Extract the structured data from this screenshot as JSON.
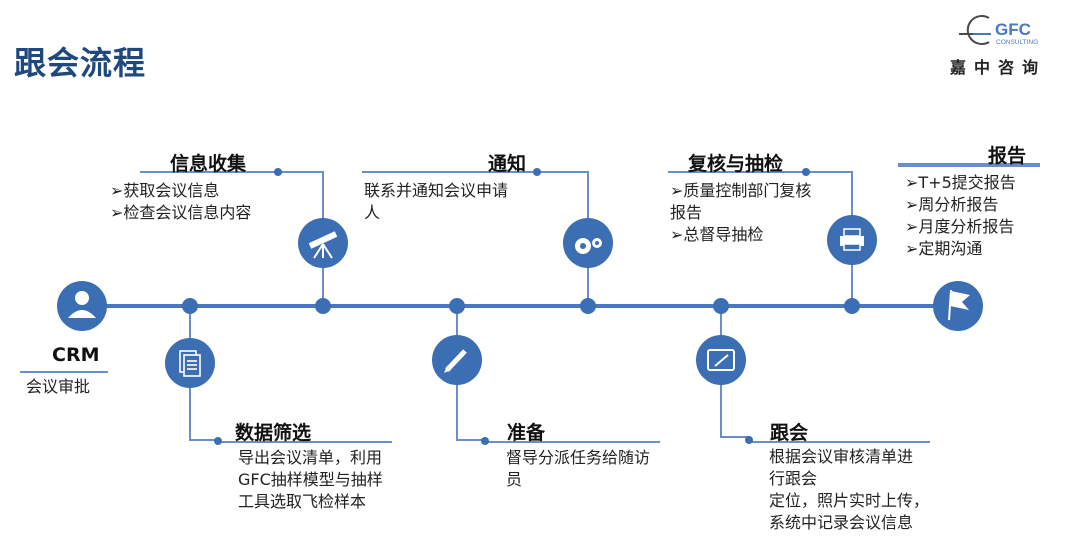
{
  "page": {
    "title": "跟会流程"
  },
  "logo": {
    "brand": "GFC",
    "sub": "CONSULTING",
    "cn": "嘉中咨询"
  },
  "colors": {
    "accent": "#3c6eb4",
    "line": "#4a78c0",
    "title": "#1f497d"
  },
  "steps": {
    "crm": {
      "title": "CRM",
      "lines": [
        "会议审批"
      ],
      "icon": "user-icon"
    },
    "collect": {
      "title": "信息收集",
      "lines": [
        "➢获取会议信息",
        "➢检查会议信息内容"
      ],
      "icon": "telescope-icon"
    },
    "filter": {
      "title": "数据筛选",
      "lines": [
        "导出会议清单，利用",
        "GFC抽样模型与抽样",
        "工具选取飞检样本"
      ],
      "icon": "document-icon"
    },
    "notify": {
      "title": "通知",
      "lines": [
        "联系并通知会议申请",
        "人"
      ],
      "icon": "gears-icon"
    },
    "prepare": {
      "title": "准备",
      "lines": [
        "督导分派任务给随访",
        "员"
      ],
      "icon": "pencil-icon"
    },
    "review": {
      "title": "复核与抽检",
      "lines": [
        "➢质量控制部门复核",
        "报告",
        "➢总督导抽检"
      ],
      "icon": "printer-icon"
    },
    "follow": {
      "title": "跟会",
      "lines": [
        "根据会议审核清单进",
        "行跟会",
        "定位，照片实时上传，",
        "系统中记录会议信息"
      ],
      "icon": "tablet-icon"
    },
    "report": {
      "title": "报告",
      "lines": [
        "➢T+5提交报告",
        "➢周分析报告",
        "➢月度分析报告",
        "➢定期沟通"
      ],
      "icon": "flag-icon"
    }
  }
}
